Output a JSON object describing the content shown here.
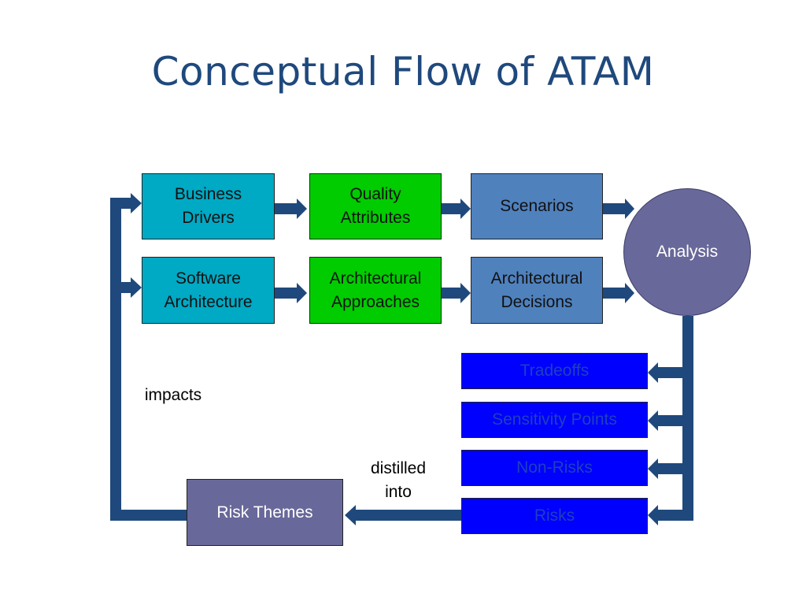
{
  "title": "Conceptual Flow of ATAM",
  "boxes": {
    "business_drivers": "Business\nDrivers",
    "quality_attributes": "Quality\nAttributes",
    "scenarios": "Scenarios",
    "software_architecture": "Software\nArchitecture",
    "architectural_approaches": "Architectural\nApproaches",
    "architectural_decisions": "Architectural\nDecisions",
    "analysis": "Analysis",
    "tradeoffs": "Tradeoffs",
    "sensitivity_points": "Sensitivity Points",
    "non_risks": "Non-Risks",
    "risks": "Risks",
    "risk_themes": "Risk Themes"
  },
  "labels": {
    "impacts": "impacts",
    "distilled_into": "distilled\ninto"
  },
  "colors": {
    "title": "#1f497d",
    "arrow": "#1f497d",
    "teal": "#00a9c4",
    "green": "#00cc00",
    "steel": "#4f81bd",
    "blue": "#0000ff",
    "purple": "#68689a"
  }
}
